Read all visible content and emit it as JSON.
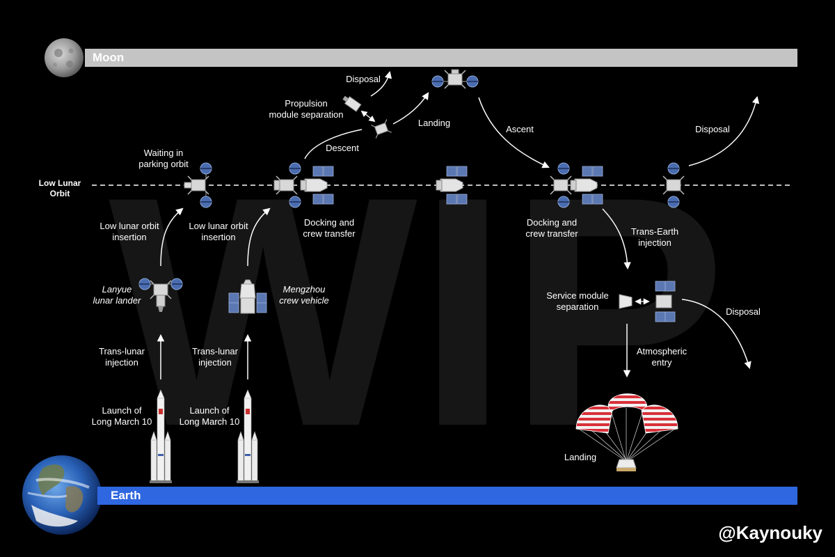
{
  "watermark": "WIP",
  "moon": {
    "label": "Moon"
  },
  "earth": {
    "label": "Earth"
  },
  "orbit": {
    "label_line1": "Low Lunar",
    "label_line2": "Orbit"
  },
  "credit": "@Kaynouky",
  "steps": {
    "launch_left": [
      "Launch of",
      "Long March 10"
    ],
    "launch_right": [
      "Launch of",
      "Long March 10"
    ],
    "tli_left": [
      "Trans-lunar",
      "injection"
    ],
    "tli_right": [
      "Trans-lunar",
      "injection"
    ],
    "lander_name": [
      "Lanyue",
      "lunar lander"
    ],
    "crew_vehicle_name": [
      "Mengzhou",
      "crew vehicle"
    ],
    "loi_left": [
      "Low lunar orbit",
      "insertion"
    ],
    "loi_right": [
      "Low lunar orbit",
      "insertion"
    ],
    "parking": [
      "Waiting in",
      "parking orbit"
    ],
    "docking_1": [
      "Docking and",
      "crew transfer"
    ],
    "descent": [
      "Descent"
    ],
    "prop_sep": [
      "Propulsion",
      "module separation"
    ],
    "disposal_top": [
      "Disposal"
    ],
    "landing_moon": [
      "Landing"
    ],
    "ascent": [
      "Ascent"
    ],
    "docking_2": [
      "Docking and",
      "crew transfer"
    ],
    "disposal_right": [
      "Disposal"
    ],
    "tei": [
      "Trans-Earth",
      "injection"
    ],
    "sm_sep": [
      "Service module",
      "separation"
    ],
    "disposal_sm": [
      "Disposal"
    ],
    "entry": [
      "Atmospheric",
      "entry"
    ],
    "landing_earth": [
      "Landing"
    ]
  },
  "colors": {
    "moon_bar": "#c4c4c4",
    "earth_bar": "#2f67e0",
    "solar_panel": "#5b78b3",
    "background": "#000000",
    "parachute_red": "#d9303a"
  }
}
